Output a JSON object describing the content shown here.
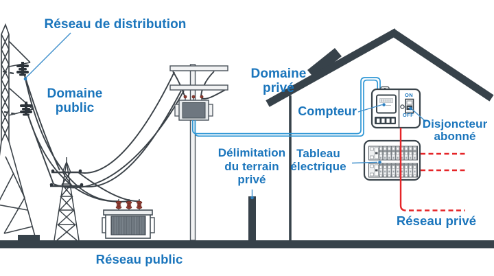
{
  "labels": {
    "reseau_distribution": "Réseau de distribution",
    "domaine_public": "Domaine public",
    "domaine_prive": "Domaine privé",
    "compteur": "Compteur",
    "disjoncteur_abonne": "Disjoncteur abonné",
    "delimitation": "Délimitation du terrain privé",
    "tableau_electrique": "Tableau électrique",
    "reseau_prive": "Réseau privé",
    "reseau_public": "Réseau public"
  },
  "meter": {
    "on_label": "ON",
    "off_label": "OFF"
  },
  "colors": {
    "label_blue": "#1a75bc",
    "pointer_blue": "#4090cc",
    "cable_blue": "#2f97d5",
    "wire_red": "#e52528",
    "structure_dark": "#37424a",
    "line_gray": "#3a4147",
    "bushing_red": "#8e3a30"
  }
}
